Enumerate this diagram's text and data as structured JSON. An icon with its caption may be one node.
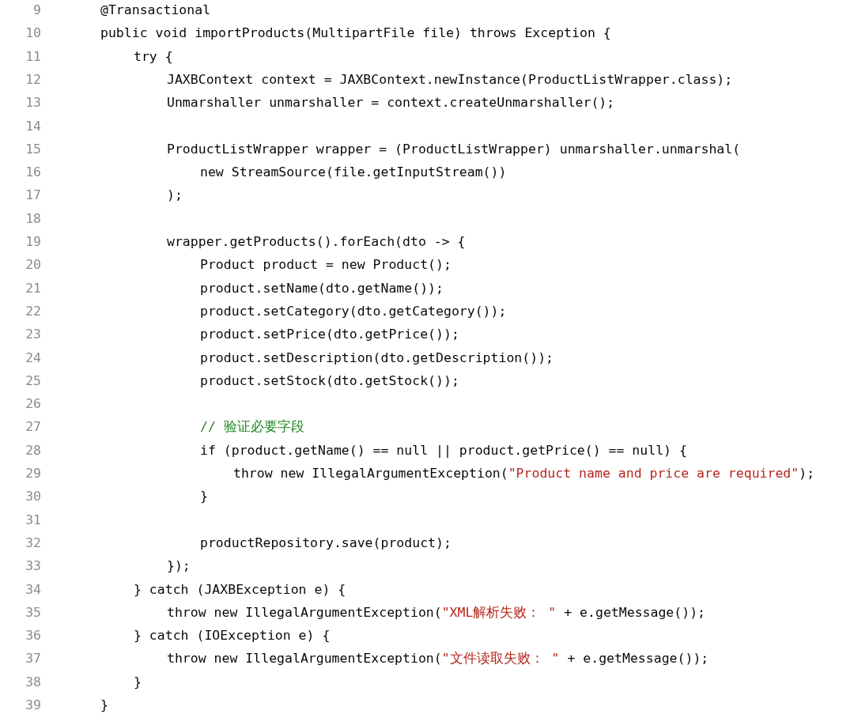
{
  "diagram": {
    "labels": [
      "9",
      "@Transactional",
      "10",
      "public void importProducts(MultipartFile file) throws Exception {",
      "11",
      "try {",
      "12",
      "JAXBContext context = JAXBContext.newInstance(ProductListWrapper.class);",
      "13",
      "Unmarshaller unmarshaller = context.createUnmarshaller();",
      "14",
      "15",
      "ProductListWrapper wrapper = (ProductListWrapper) unmarshaller.unmarshal(",
      "16",
      "new StreamSource(file.getInputStream())",
      "17",
      ");",
      "18",
      "19",
      "wrapper.getProducts().forEach(dto -> {",
      "20",
      "Product product = new Product();",
      "21",
      "product.setName(dto.getName());",
      "22",
      "product.setCategory(dto.getCategory());",
      "23",
      "product.setPrice(dto.getPrice());",
      "24",
      "product.setDescription(dto.getDescription());",
      "25",
      "product.setStock(dto.getStock());",
      "26",
      "27",
      "// 验证必要字段",
      "28",
      "if (product.getName() == null || product.getPrice() == null) {",
      "29",
      "throw new IllegalArgumentException(\"Product name and price are required\");",
      "30",
      "}",
      "31",
      "32",
      "productRepository.save(product);",
      "33",
      "});",
      "34",
      "} catch (JAXBException e) {",
      "35",
      "throw new IllegalArgumentException(\"XML解析失败： \" + e.getMessage());",
      "36",
      "} catch (IOException e) {",
      "37",
      "throw new IllegalArgumentException(\"文件读取失败： \" + e.getMessage());",
      "38",
      "}",
      "39",
      "}"
    ]
  }
}
